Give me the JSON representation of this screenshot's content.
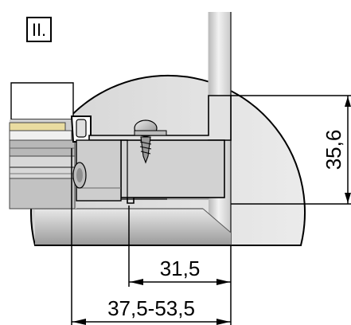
{
  "detail_label": "II.",
  "dimensions": {
    "height": "35,6",
    "inner_width": "31,5",
    "total_width": "37,5-53,5"
  }
}
